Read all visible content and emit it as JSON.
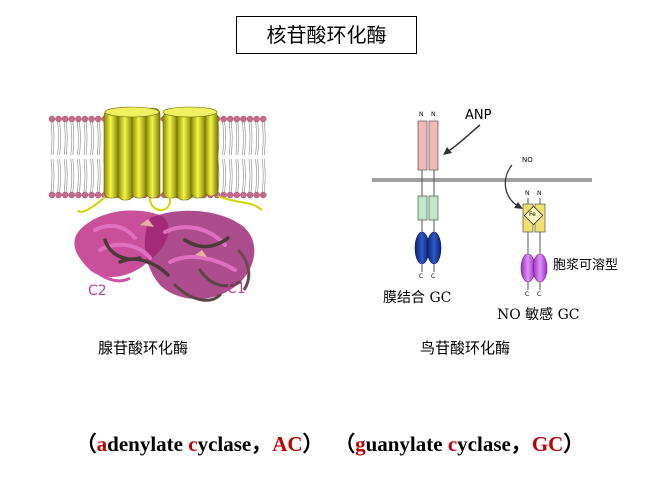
{
  "title": "核苷酸环化酶",
  "left_figure": {
    "caption": "腺苷酸环化酶",
    "domain_labels": [
      "C2",
      "C1"
    ]
  },
  "right_figure": {
    "caption": "鸟苷酸环化酶",
    "anp_label": "ANP",
    "no_label": "NO",
    "fe_label": "Fe",
    "terminus_n": "N",
    "terminus_c": "C",
    "membrane_gc_label": "膜结合 GC",
    "soluble_label": "胞浆可溶型",
    "no_sensitive_gc_label": "NO 敏感 GC"
  },
  "footer": {
    "open_paren_1": "（",
    "ac_red_a": "a",
    "ac_rest_1": "denylate ",
    "ac_red_c": "c",
    "ac_rest_2": "yclase，",
    "ac_abbr": "AC",
    "close_paren_1": "）",
    "gap": "  ",
    "open_paren_2": "（",
    "gc_red_g": "g",
    "gc_rest_1": "uanylate ",
    "gc_red_c": "c",
    "gc_rest_2": "yclase，",
    "gc_abbr": "GC",
    "close_paren_2": "）"
  },
  "colors": {
    "helix_yellow": "#d4d400",
    "helix_dark": "#8a8a00",
    "lipid_head": "#c86a8a",
    "protein_magenta": "#b0287a",
    "protein_dark": "#4a3a3a",
    "domain_label": "#c040a0",
    "receptor_pink": "#f2b8b8",
    "receptor_green": "#bfe8c8",
    "receptor_blue": "#1a3a9a",
    "receptor_yellow": "#f0e070",
    "receptor_purple": "#c060e0",
    "accent_red": "#c00000"
  }
}
